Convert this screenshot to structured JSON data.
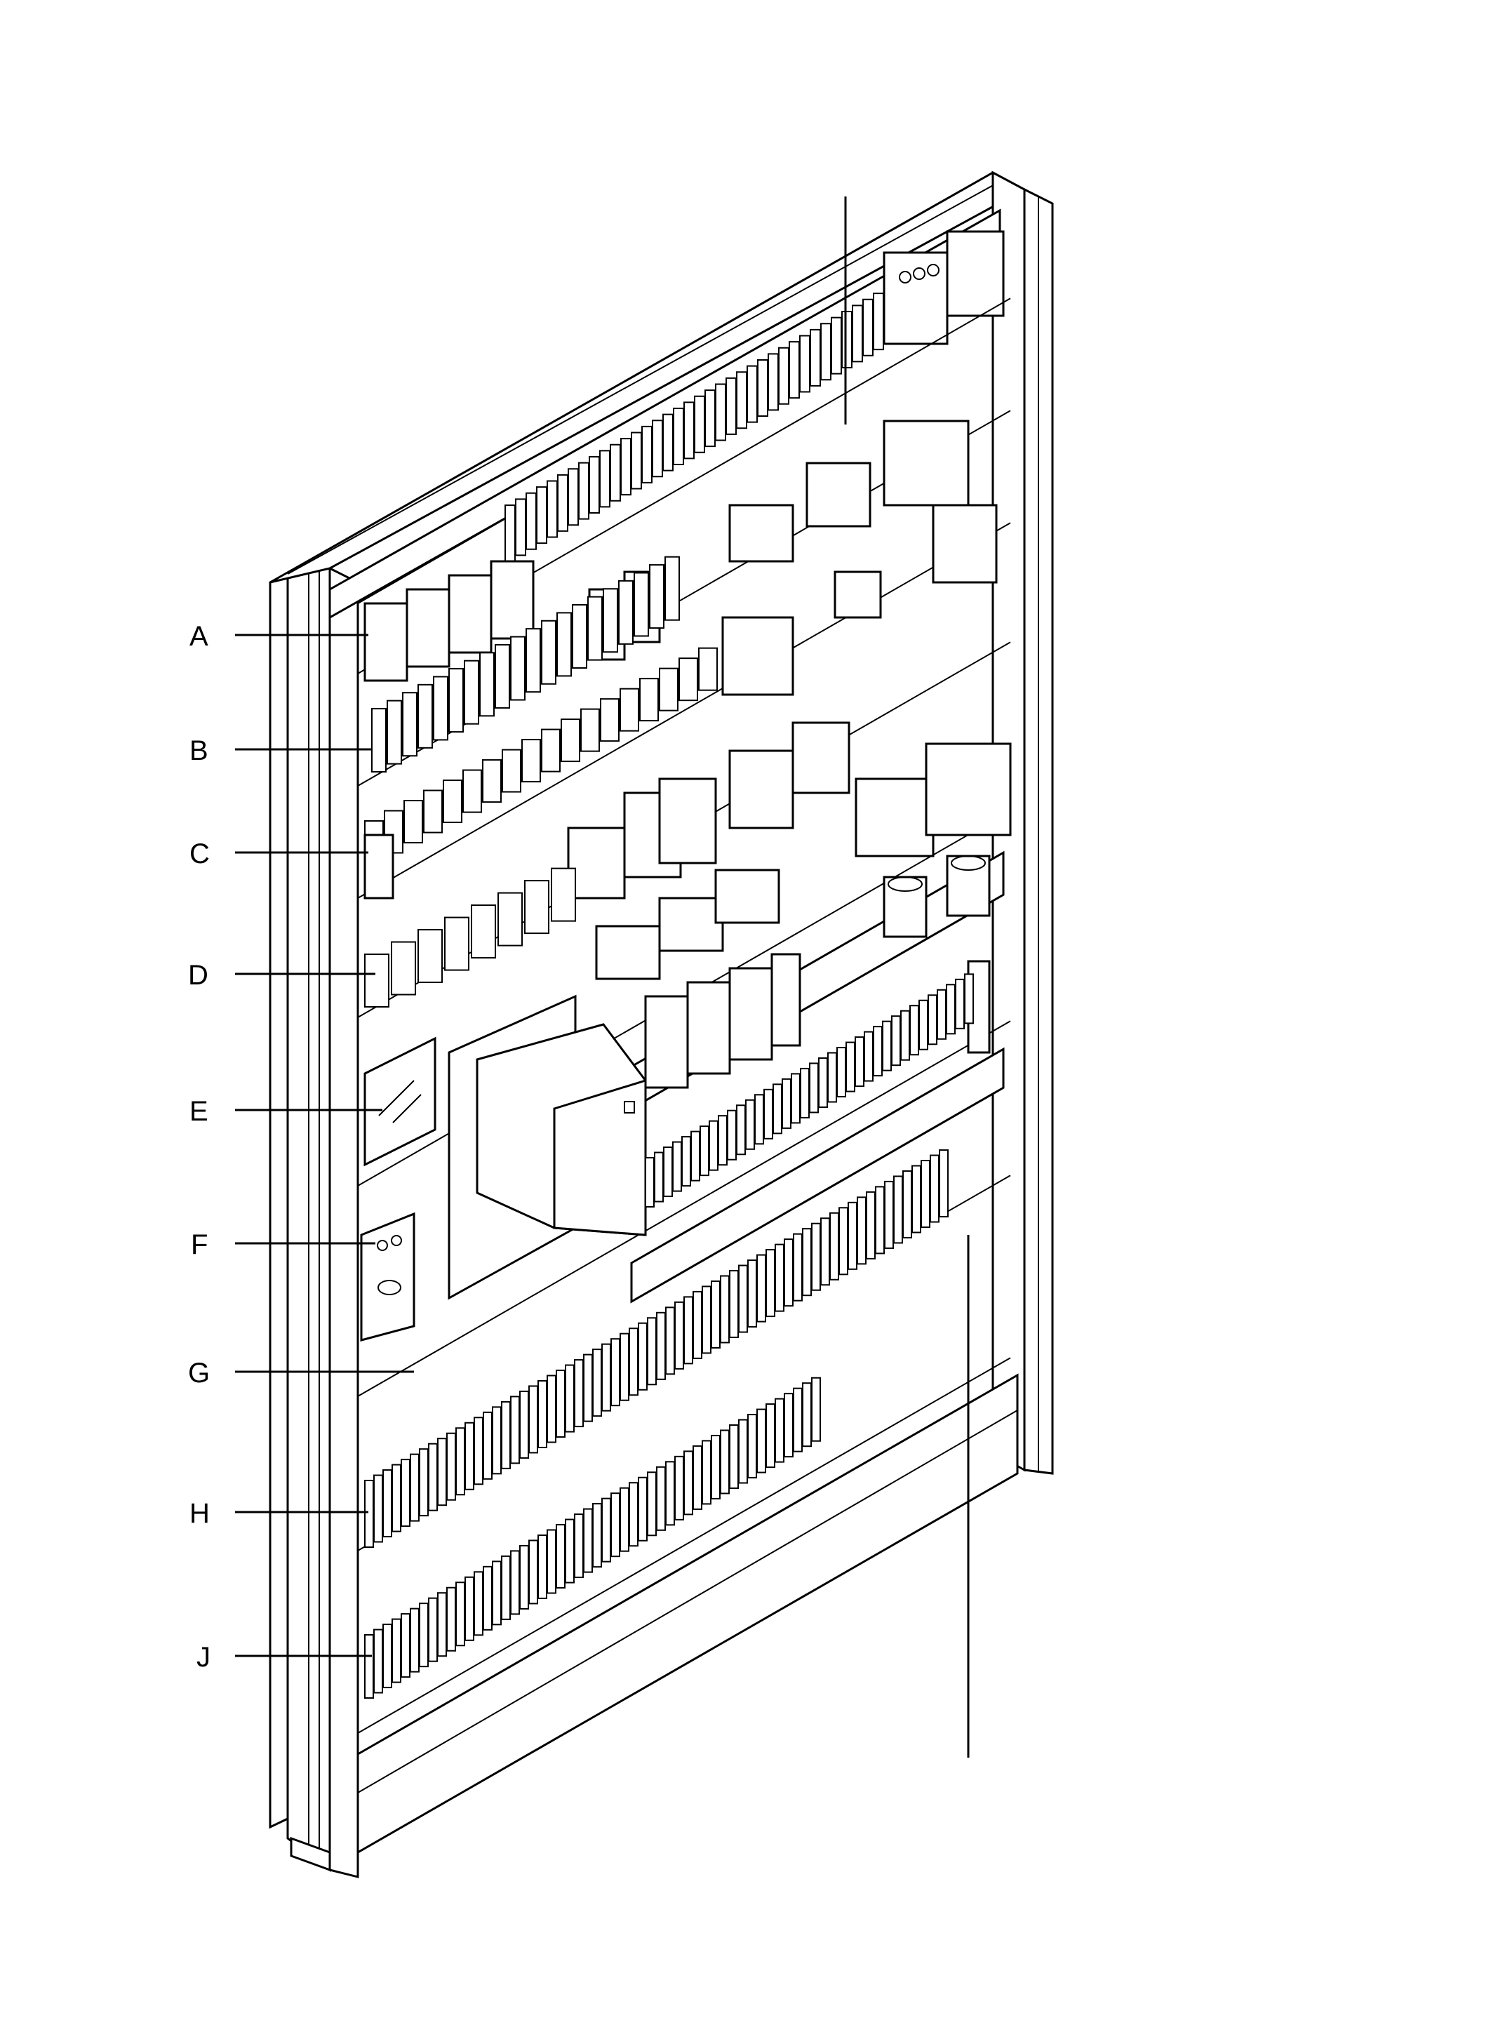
{
  "figure": {
    "callouts": [
      {
        "id": "A",
        "label": "A"
      },
      {
        "id": "B",
        "label": "B"
      },
      {
        "id": "C",
        "label": "C"
      },
      {
        "id": "D",
        "label": "D"
      },
      {
        "id": "E",
        "label": "E"
      },
      {
        "id": "F",
        "label": "F"
      },
      {
        "id": "G",
        "label": "G"
      },
      {
        "id": "H",
        "label": "H"
      },
      {
        "id": "J",
        "label": "J"
      }
    ]
  }
}
